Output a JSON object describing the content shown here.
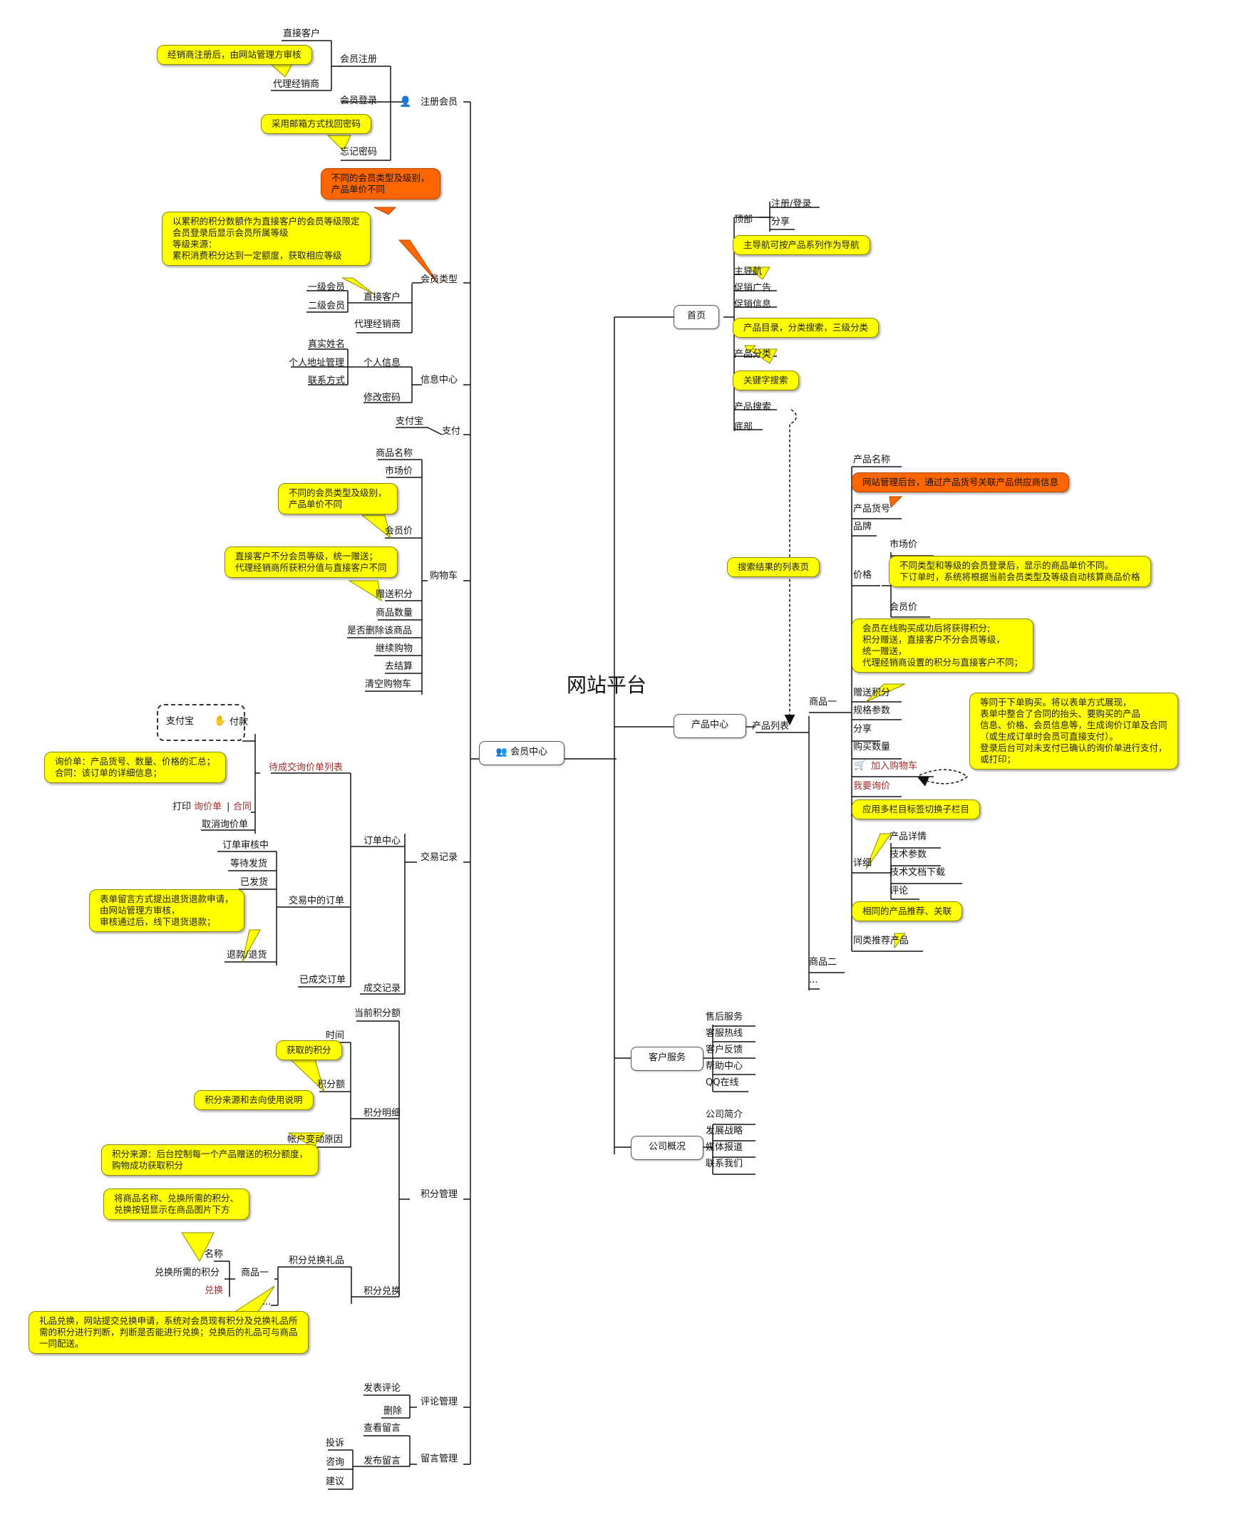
{
  "title": "网站平台",
  "center": {
    "label": "会员中心"
  },
  "left": {
    "register": {
      "label": "注册会员",
      "signup": "会员注册",
      "direct": "直接客户",
      "dealer": "代理经销商",
      "login": "会员登录",
      "forgot": "忘记密码",
      "note_dealer": "经销商注册后，由网站管理方审核",
      "note_forgot": "采用邮箱方式找回密码"
    },
    "member_type": {
      "label": "会员类型",
      "direct": "直接客户",
      "level1": "一级会员",
      "level2": "二级会员",
      "dealer": "代理经销商",
      "note_orange": "不同的会员类型及级别，\n产品单价不同",
      "note_level": "以累积的积分数额作为直接客户的会员等级限定\n会员登录后显示会员所属等级\n等级来源：\n累积消费积分达到一定额度，获取相应等级"
    },
    "info": {
      "label": "信息中心",
      "personal": "个人信息",
      "real_name": "真实姓名",
      "address": "个人地址管理",
      "contact": "联系方式",
      "password": "修改密码"
    },
    "pay": {
      "label": "支付",
      "alipay": "支付宝"
    },
    "cart": {
      "label": "购物车",
      "items": [
        "商品名称",
        "市场价",
        "会员价",
        "赠送积分",
        "商品数量",
        "是否删除该商品",
        "继续购物",
        "去结算",
        "清空购物车"
      ],
      "note_price": "不同的会员类型及级别，\n产品单价不同",
      "note_points": "直接客户不分会员等级，统一赠送；\n代理经销商所获积分值与直接客户不同"
    },
    "trade": {
      "label": "交易记录",
      "order_center": "订单中心",
      "pending": "待成交询价单列表",
      "alipay": "支付宝",
      "pay": "付款",
      "print": "打印",
      "inquiry": "询价单",
      "sep": "|",
      "contract": "合同",
      "cancel": "取消询价单",
      "note_inquiry": "询价单：产品货号、数量、价格的汇总；\n合同：该订单的详细信息；",
      "in_progress": "交易中的订单",
      "review": "订单审核中",
      "wait_ship": "等待发货",
      "shipped": "已发货",
      "refund": "退款/退货",
      "note_refund": "表单留言方式提出退货退款申请，\n由网站管理方审核，\n审核通过后，线下退货退款；",
      "done": "已成交订单",
      "record": "成交记录"
    },
    "points": {
      "label": "积分管理",
      "current": "当前积分额",
      "detail": "积分明细",
      "time": "时间",
      "amount": "积分额",
      "reason": "帐户变动原因",
      "note_got": "获取的积分",
      "note_usage": "积分来源和去向使用说明",
      "note_source": "积分来源：后台控制每一个产品赠送的积分额度，\n购物成功获取积分",
      "exchange": "积分兑换",
      "gift": "积分兑换礼品",
      "goods1": "商品一",
      "name": "名称",
      "need": "兑换所需的积分",
      "redeem": "兑换",
      "more": "...",
      "note_display": "将商品名称、兑换所需的积分、\n兑换按钮显示在商品图片下方",
      "note_rule": "礼品兑换，网站提交兑换申请，系统对会员现有积分及兑换礼品所\n需的积分进行判断，判断是否能进行兑换；兑换后的礼品可与商品\n一同配送。"
    },
    "comment": {
      "label": "评论管理",
      "post": "发表评论",
      "delete": "删除"
    },
    "message": {
      "label": "留言管理",
      "view": "查看留言",
      "post": "发布留言",
      "complain": "投诉",
      "consult": "咨询",
      "suggest": "建议"
    }
  },
  "right": {
    "home": {
      "label": "首页",
      "top": "顶部",
      "signin": "注册/登录",
      "share": "分享",
      "nav": "主导航",
      "promo_ad": "促销广告",
      "promo_info": "促销信息",
      "category": "产品分类",
      "search": "产品搜索",
      "bottom": "底部",
      "note_nav": "主导航可按产品系列作为导航",
      "note_cat": "产品目录，分类搜索，三级分类",
      "note_search": "关键字搜索",
      "note_result": "搜索结果的列表页"
    },
    "products": {
      "label": "产品中心",
      "list": "产品列表",
      "goods1": "商品一",
      "goods2": "商品二",
      "more": "...",
      "name": "产品名称",
      "sku": "产品货号",
      "brand": "品牌",
      "price": "价格",
      "market": "市场价",
      "member": "会员价",
      "points": "赠送积分",
      "spec": "规格参数",
      "share": "分享",
      "qty": "购买数量",
      "cart": "加入购物车",
      "inquire": "我要询价",
      "detail": "详细",
      "detail_items": [
        "产品详情",
        "技术参数",
        "技术文档下载",
        "评论"
      ],
      "similar": "同类推荐产品",
      "note_sku": "网站管理后台，通过产品货号关联产品供应商信息",
      "note_price": "不同类型和等级的会员登录后，显示的商品单价不同。\n下订单时，系统将根据当前会员类型及等级自动核算商品价格",
      "note_points": "会员在线购买成功后将获得积分;\n积分赠送，直接客户不分会员等级，\n统一赠送，\n代理经销商设置的积分与直接客户不同；",
      "note_inquiry": "等同于下单购买。将以表单方式展现，\n表单中整合了合同的抬头、要购买的产品\n信息、价格、会员信息等，生成询价订单及合同\n（或生成订单时会员可直接支付）。\n登录后台可对未支付已确认的询价单进行支付，\n或打印；",
      "note_tabs": "应用多栏目标签切换子栏目",
      "note_similar": "相同的产品推荐、关联"
    },
    "service": {
      "label": "客户服务",
      "items": [
        "售后服务",
        "客服热线",
        "客户反馈",
        "帮助中心",
        "QQ在线"
      ]
    },
    "company": {
      "label": "公司概况",
      "items": [
        "公司简介",
        "发展战略",
        "媒体报道",
        "联系我们"
      ]
    }
  },
  "colors": {
    "note_yellow": "#ffff00",
    "note_orange": "#ff6600",
    "link_red": "#a52a2a",
    "line": "#111111"
  }
}
